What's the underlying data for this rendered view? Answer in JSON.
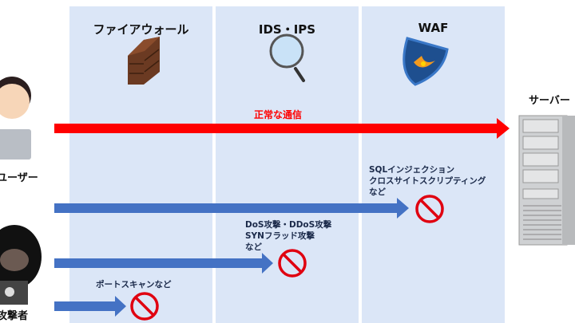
{
  "columns": [
    {
      "title": "ファイアウォール",
      "icon": "brick-wall-icon"
    },
    {
      "title": "IDS・IPS",
      "icon": "magnifier-icon"
    },
    {
      "title": "WAF",
      "icon": "shield-icon"
    }
  ],
  "actors": {
    "user": "ユーザー",
    "attacker": "攻撃者",
    "server": "サーバー"
  },
  "flows": {
    "normal": "正常な通信",
    "waf_block": [
      "SQLインジェクション",
      "クロスサイトスクリプティング",
      "など"
    ],
    "ids_block": [
      "DoS攻撃・DDoS攻撃",
      "SYNフラッド攻撃",
      "など"
    ],
    "fw_block": "ポートスキャンなど"
  },
  "colors": {
    "normal": "#ff0000",
    "attack": "#4472c4",
    "block": "#e00010",
    "column": "#dbe6f7"
  }
}
